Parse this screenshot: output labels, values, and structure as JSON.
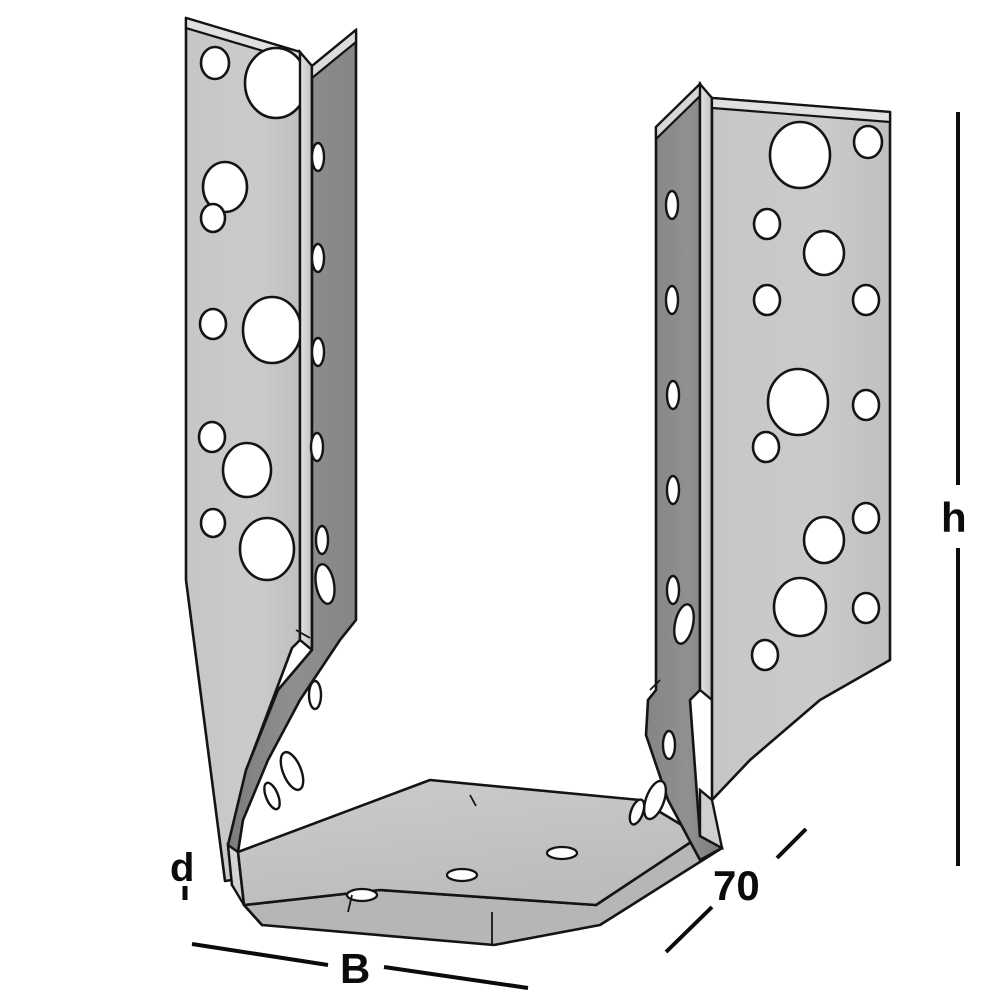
{
  "drawing": {
    "kind": "technical-illustration",
    "subject": "joist-hanger-bracket",
    "projection": "isometric",
    "background_color": "#ffffff",
    "line_color": "#111111",
    "colors": {
      "flange_face": "#c9c9c9",
      "flange_face_shade": "#bdbdbd",
      "web_face": "#8d8d8d",
      "web_face_dark": "#7e7e7e",
      "edge_band": "#d9d9d9",
      "seat_face": "#c4c4c4",
      "hole_fill": "#ffffff",
      "outline": "#141414"
    }
  },
  "dimensions": {
    "height": {
      "label": "h",
      "kind": "extension-line",
      "orientation": "vertical",
      "position": "right"
    },
    "depth": {
      "label": "70",
      "kind": "extension-line",
      "orientation": "diagonal",
      "position": "bottom-right"
    },
    "width": {
      "label": "B",
      "kind": "extension-line",
      "orientation": "horizontal",
      "position": "bottom"
    },
    "thickness": {
      "label": "d",
      "kind": "tick",
      "orientation": "vertical",
      "position": "bottom-left"
    }
  },
  "labels": {
    "h": "h",
    "seventy": "70",
    "B": "B",
    "d": "d"
  },
  "chart_data": {
    "type": "table",
    "title": "Joist hanger dimension callouts",
    "categories": [
      "h",
      "70",
      "B",
      "d"
    ],
    "values": [
      "height",
      "70",
      "width",
      "thickness"
    ]
  }
}
